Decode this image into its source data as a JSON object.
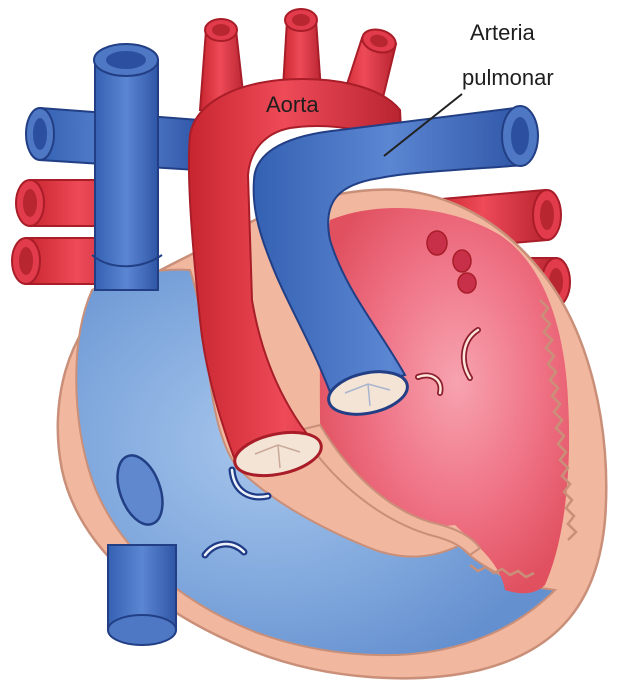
{
  "diagram": {
    "labels": {
      "aorta": "Aorta",
      "pulmonary_artery_line1": "Arteria",
      "pulmonary_artery_line2": "pulmonar"
    },
    "colors": {
      "oxygenated": "#e23b4b",
      "oxygenated_dark": "#b8262f",
      "oxygenated_chamber": "#ef6c7e",
      "deoxygenated": "#4e77c4",
      "deoxygenated_dark": "#2c4fa0",
      "deoxygenated_chamber": "#7ea6dc",
      "wall": "#f2b79f",
      "wall_edge": "#c98f79",
      "valve": "#f4e4d6"
    }
  }
}
